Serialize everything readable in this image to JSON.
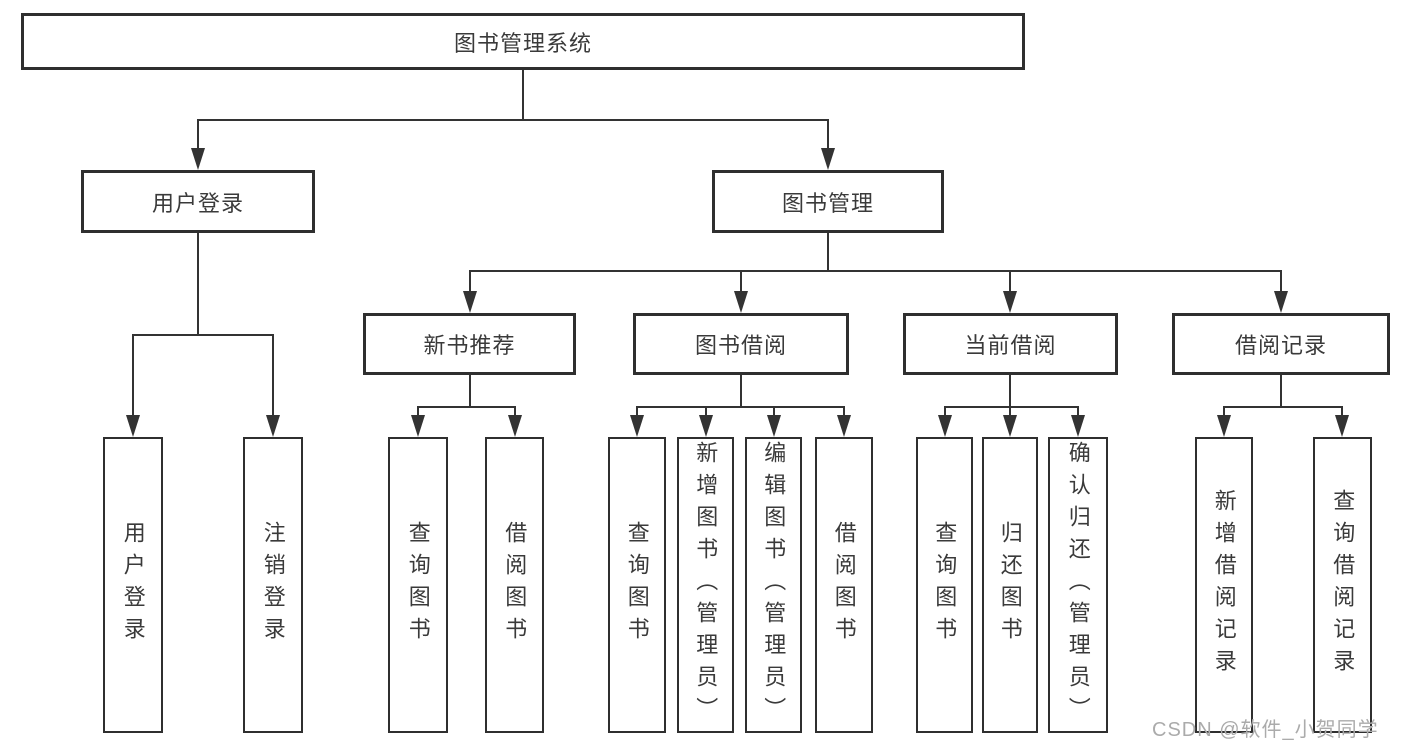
{
  "diagram": {
    "tree": {
      "label": "图书管理系统",
      "children": [
        {
          "label": "用户登录",
          "children": [
            {
              "label": "用户登录"
            },
            {
              "label": "注销登录"
            }
          ]
        },
        {
          "label": "图书管理",
          "children": [
            {
              "label": "新书推荐",
              "children": [
                {
                  "label": "查询图书"
                },
                {
                  "label": "借阅图书"
                }
              ]
            },
            {
              "label": "图书借阅",
              "children": [
                {
                  "label": "查询图书"
                },
                {
                  "label": "新增图书（管理员）"
                },
                {
                  "label": "编辑图书（管理员）"
                },
                {
                  "label": "借阅图书"
                }
              ]
            },
            {
              "label": "当前借阅",
              "children": [
                {
                  "label": "查询图书"
                },
                {
                  "label": "归还图书"
                },
                {
                  "label": "确认归还（管理员）"
                }
              ]
            },
            {
              "label": "借阅记录",
              "children": [
                {
                  "label": "新增借阅记录"
                },
                {
                  "label": "查询借阅记录"
                }
              ]
            }
          ]
        }
      ]
    },
    "colors": {
      "line": "#333333",
      "box_border": "#2f2f2f",
      "box_fill": "#ffffff",
      "text": "#3a3a3a",
      "watermark": "#ababab",
      "background": "#ffffff"
    }
  },
  "watermark": {
    "text": "CSDN @软件_小贺同学"
  }
}
